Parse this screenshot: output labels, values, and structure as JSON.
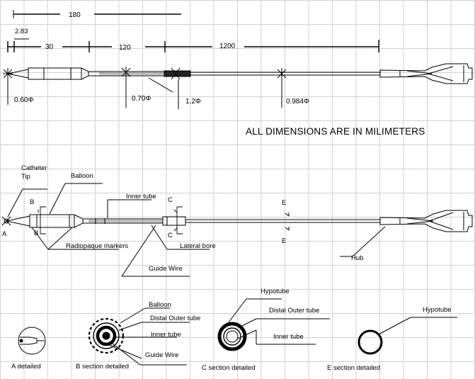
{
  "dimensions": {
    "total": "180",
    "tip": "2.83",
    "distal": "30",
    "middle": "120",
    "proximal": "1200",
    "dia_tip": "0.60Φ",
    "dia_inner": "0.70Φ",
    "dia_marker": "1.2Φ",
    "dia_shaft": "0.984Φ"
  },
  "note": "ALL DIMENSIONS ARE IN MILIMETERS",
  "callouts": {
    "catheter_tip_1": "Catheter",
    "catheter_tip_2": "Tip",
    "balloon": "Balloon",
    "inner_tube": "Inner tube",
    "radiopaque": "Radiopaque  markers",
    "lateral_bore": "Lateral bore",
    "guide_wire": "Guide Wire",
    "hub": "Hub",
    "point_a": "A"
  },
  "section_marks": {
    "b": "B",
    "c": "C",
    "e": "E"
  },
  "details": {
    "a_caption": "A detailed",
    "b_caption": "B section detailed",
    "b_balloon": "Balloon",
    "b_distal_outer": "Distal Outer tube",
    "b_inner": "Inner tube",
    "b_guide_wire": "Guide Wire",
    "c_caption": "C section detailed",
    "c_hypotube": "Hypotube",
    "c_distal_outer": "Distal Outer tube",
    "c_inner": "Inner tube",
    "e_caption": "E section detailed",
    "e_hypotube": "Hypotube"
  }
}
